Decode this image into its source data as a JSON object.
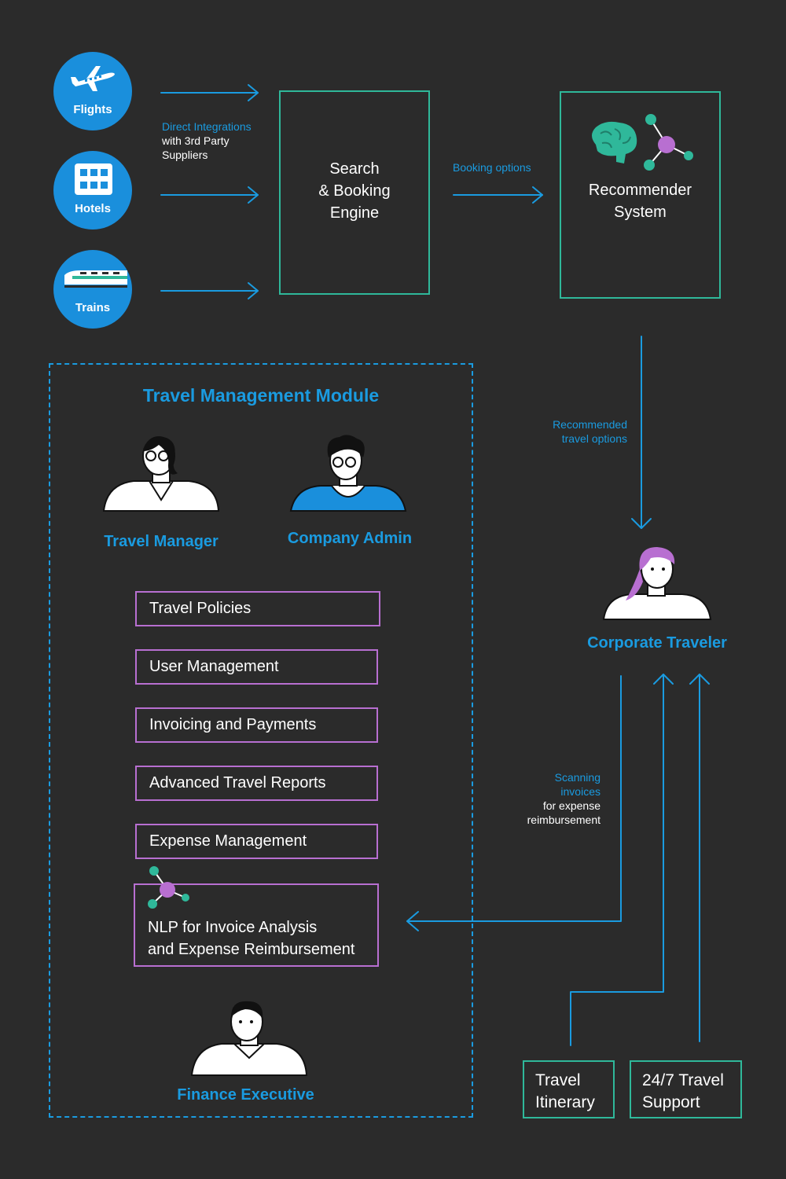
{
  "sources": [
    {
      "label": "Flights",
      "icon": "airplane-icon"
    },
    {
      "label": "Hotels",
      "icon": "hotel-icon"
    },
    {
      "label": "Trains",
      "icon": "train-icon"
    }
  ],
  "integration_note": {
    "line1": "Direct Integrations",
    "line2": "with 3rd Party",
    "line3": "Suppliers"
  },
  "search_engine": {
    "line1": "Search",
    "line2": "& Booking",
    "line3": "Engine"
  },
  "booking_note": "Booking options",
  "recommender": {
    "line1": "Recommender",
    "line2": "System"
  },
  "recommended_note": {
    "line1": "Recommended",
    "line2": "travel options"
  },
  "module": {
    "title": "Travel Management Module",
    "travel_manager": "Travel Manager",
    "company_admin": "Company Admin",
    "features": [
      "Travel Policies",
      "User Management",
      "Invoicing and Payments",
      "Advanced Travel Reports",
      "Expense Management"
    ],
    "nlp": {
      "line1": "NLP for Invoice Analysis",
      "line2": "and Expense Reimbursement"
    },
    "finance_executive": "Finance Executive"
  },
  "corporate_traveler": "Corporate Traveler",
  "scanning_note": {
    "line1": "Scanning",
    "line2": "invoices",
    "line3": "for expense",
    "line4": "reimbursement"
  },
  "itinerary": {
    "line1": "Travel",
    "line2": "Itinerary"
  },
  "support": {
    "line1": "24/7 Travel",
    "line2": "Support"
  },
  "colors": {
    "background": "#2b2b2b",
    "blue": "#1a9be0",
    "teal": "#2fb89a",
    "purple": "#b86fd1"
  }
}
